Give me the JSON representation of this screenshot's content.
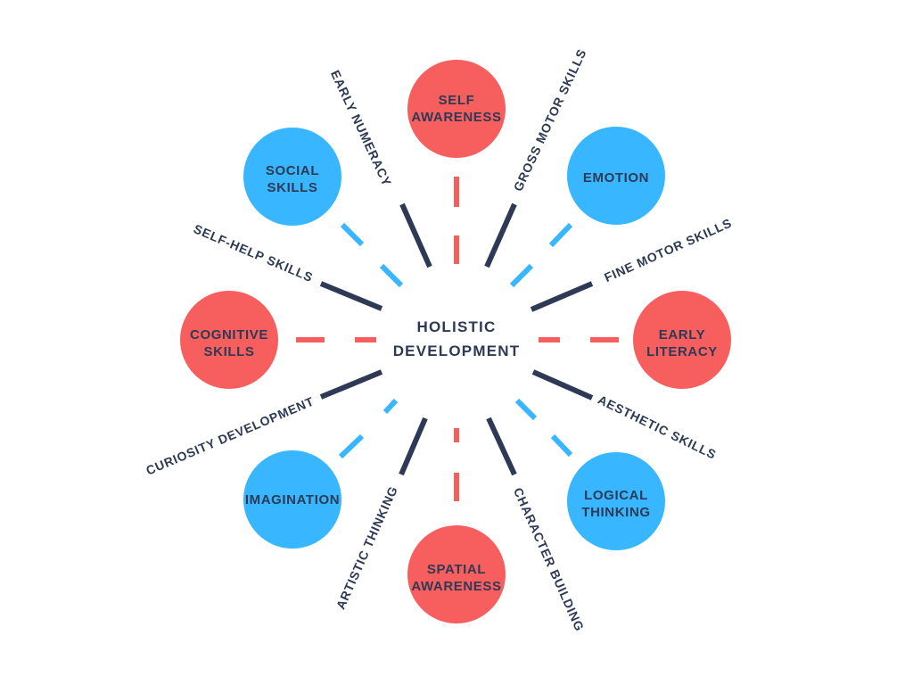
{
  "center": {
    "line1": "HOLISTIC",
    "line2": "DEVELOPMENT"
  },
  "colors": {
    "red": "#f75f5f",
    "blue": "#38b6ff",
    "navy": "#2e3a55"
  },
  "nodes": [
    {
      "id": "self-awareness",
      "color": "red",
      "lines": [
        "SELF",
        "AWARENESS"
      ]
    },
    {
      "id": "emotion",
      "color": "blue",
      "lines": [
        "EMOTION"
      ]
    },
    {
      "id": "early-literacy",
      "color": "red",
      "lines": [
        "EARLY",
        "LITERACY"
      ]
    },
    {
      "id": "logical-thinking",
      "color": "blue",
      "lines": [
        "LOGICAL",
        "THINKING"
      ]
    },
    {
      "id": "spatial-awareness",
      "color": "red",
      "lines": [
        "SPATIAL",
        "AWARENESS"
      ]
    },
    {
      "id": "imagination",
      "color": "blue",
      "lines": [
        "IMAGINATION"
      ]
    },
    {
      "id": "cognitive-skills",
      "color": "red",
      "lines": [
        "COGNITIVE",
        "SKILLS"
      ]
    },
    {
      "id": "social-skills",
      "color": "blue",
      "lines": [
        "SOCIAL",
        "SKILLS"
      ]
    }
  ],
  "spokes": [
    {
      "id": "early-numeracy",
      "label": "EARLY NUMERACY"
    },
    {
      "id": "gross-motor-skills",
      "label": "GROSS MOTOR SKILLS"
    },
    {
      "id": "fine-motor-skills",
      "label": "FINE MOTOR SKILLS"
    },
    {
      "id": "aesthetic-skills",
      "label": "AESTHETIC SKILLS"
    },
    {
      "id": "character-building",
      "label": "CHARACTER BUILDING"
    },
    {
      "id": "artistic-thinking",
      "label": "ARTISTIC THINKING"
    },
    {
      "id": "curiosity-development",
      "label": "CURIOSITY DEVELOPMENT"
    },
    {
      "id": "self-help-skills",
      "label": "SELF-HELP SKILLS"
    }
  ]
}
